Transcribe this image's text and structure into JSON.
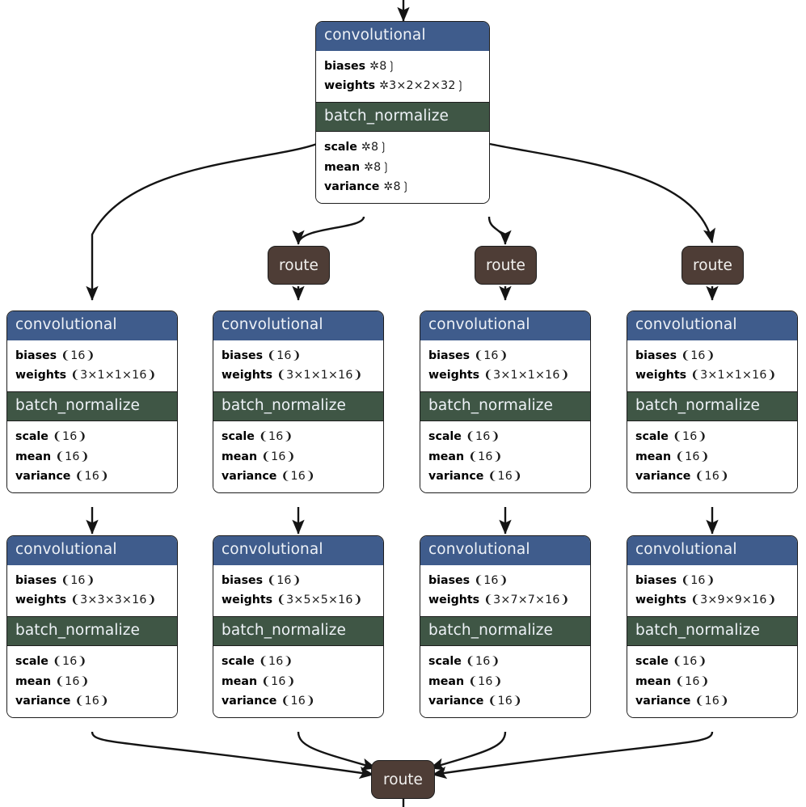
{
  "diagram": {
    "title": "neural-network-layer-graph",
    "colors": {
      "conv_header": "#3f5c8c",
      "bn_header": "#3f5645",
      "route": "#4e3d36",
      "border": "#1d1d1d",
      "background": "#ffffff",
      "header_text": "#eef2f7",
      "param_text": "#000000"
    },
    "labels": {
      "convolutional": "convolutional",
      "batch_normalize": "batch_normalize",
      "route": "route",
      "biases": "biases",
      "weights": "weights",
      "scale": "scale",
      "mean": "mean",
      "variance": "variance"
    }
  },
  "nodes": {
    "top_conv": {
      "type": "convolutional",
      "header": "convolutional",
      "bn_header": "batch_normalize",
      "conv_params": [
        {
          "name": "biases",
          "value": "✲8❳"
        },
        {
          "name": "weights",
          "value": "✲3×2×2×32❳"
        }
      ],
      "bn_params": [
        {
          "name": "scale",
          "value": "✲8❳"
        },
        {
          "name": "mean",
          "value": "✲8❳"
        },
        {
          "name": "variance",
          "value": "✲8❳"
        }
      ]
    },
    "route_top_1": {
      "type": "route",
      "label": "route"
    },
    "route_top_2": {
      "type": "route",
      "label": "route"
    },
    "route_top_3": {
      "type": "route",
      "label": "route"
    },
    "route_bottom": {
      "type": "route",
      "label": "route"
    }
  },
  "columns": [
    {
      "id": "col-1",
      "row1": {
        "header": "convolutional",
        "bn_header": "batch_normalize",
        "conv_params": [
          {
            "name": "biases",
            "value": "❨16❩"
          },
          {
            "name": "weights",
            "value": "❨3×1×1×16❩"
          }
        ],
        "bn_params": [
          {
            "name": "scale",
            "value": "❨16❩"
          },
          {
            "name": "mean",
            "value": "❨16❩"
          },
          {
            "name": "variance",
            "value": "❨16❩"
          }
        ]
      },
      "row2": {
        "header": "convolutional",
        "bn_header": "batch_normalize",
        "conv_params": [
          {
            "name": "biases",
            "value": "❨16❩"
          },
          {
            "name": "weights",
            "value": "❨3×3×3×16❩"
          }
        ],
        "bn_params": [
          {
            "name": "scale",
            "value": "❨16❩"
          },
          {
            "name": "mean",
            "value": "❨16❩"
          },
          {
            "name": "variance",
            "value": "❨16❩"
          }
        ]
      }
    },
    {
      "id": "col-2",
      "row1": {
        "header": "convolutional",
        "bn_header": "batch_normalize",
        "conv_params": [
          {
            "name": "biases",
            "value": "❨16❩"
          },
          {
            "name": "weights",
            "value": "❨3×1×1×16❩"
          }
        ],
        "bn_params": [
          {
            "name": "scale",
            "value": "❨16❩"
          },
          {
            "name": "mean",
            "value": "❨16❩"
          },
          {
            "name": "variance",
            "value": "❨16❩"
          }
        ]
      },
      "row2": {
        "header": "convolutional",
        "bn_header": "batch_normalize",
        "conv_params": [
          {
            "name": "biases",
            "value": "❨16❩"
          },
          {
            "name": "weights",
            "value": "❨3×5×5×16❩"
          }
        ],
        "bn_params": [
          {
            "name": "scale",
            "value": "❨16❩"
          },
          {
            "name": "mean",
            "value": "❨16❩"
          },
          {
            "name": "variance",
            "value": "❨16❩"
          }
        ]
      }
    },
    {
      "id": "col-3",
      "row1": {
        "header": "convolutional",
        "bn_header": "batch_normalize",
        "conv_params": [
          {
            "name": "biases",
            "value": "❨16❩"
          },
          {
            "name": "weights",
            "value": "❨3×1×1×16❩"
          }
        ],
        "bn_params": [
          {
            "name": "scale",
            "value": "❨16❩"
          },
          {
            "name": "mean",
            "value": "❨16❩"
          },
          {
            "name": "variance",
            "value": "❨16❩"
          }
        ]
      },
      "row2": {
        "header": "convolutional",
        "bn_header": "batch_normalize",
        "conv_params": [
          {
            "name": "biases",
            "value": "❨16❩"
          },
          {
            "name": "weights",
            "value": "❨3×7×7×16❩"
          }
        ],
        "bn_params": [
          {
            "name": "scale",
            "value": "❨16❩"
          },
          {
            "name": "mean",
            "value": "❨16❩"
          },
          {
            "name": "variance",
            "value": "❨16❩"
          }
        ]
      }
    },
    {
      "id": "col-4",
      "row1": {
        "header": "convolutional",
        "bn_header": "batch_normalize",
        "conv_params": [
          {
            "name": "biases",
            "value": "❨16❩"
          },
          {
            "name": "weights",
            "value": "❨3×1×1×16❩"
          }
        ],
        "bn_params": [
          {
            "name": "scale",
            "value": "❨16❩"
          },
          {
            "name": "mean",
            "value": "❨16❩"
          },
          {
            "name": "variance",
            "value": "❨16❩"
          }
        ]
      },
      "row2": {
        "header": "convolutional",
        "bn_header": "batch_normalize",
        "conv_params": [
          {
            "name": "biases",
            "value": "❨16❩"
          },
          {
            "name": "weights",
            "value": "❨3×9×9×16❩"
          }
        ],
        "bn_params": [
          {
            "name": "scale",
            "value": "❨16❩"
          },
          {
            "name": "mean",
            "value": "❨16❩"
          },
          {
            "name": "variance",
            "value": "❨16❩"
          }
        ]
      }
    }
  ]
}
